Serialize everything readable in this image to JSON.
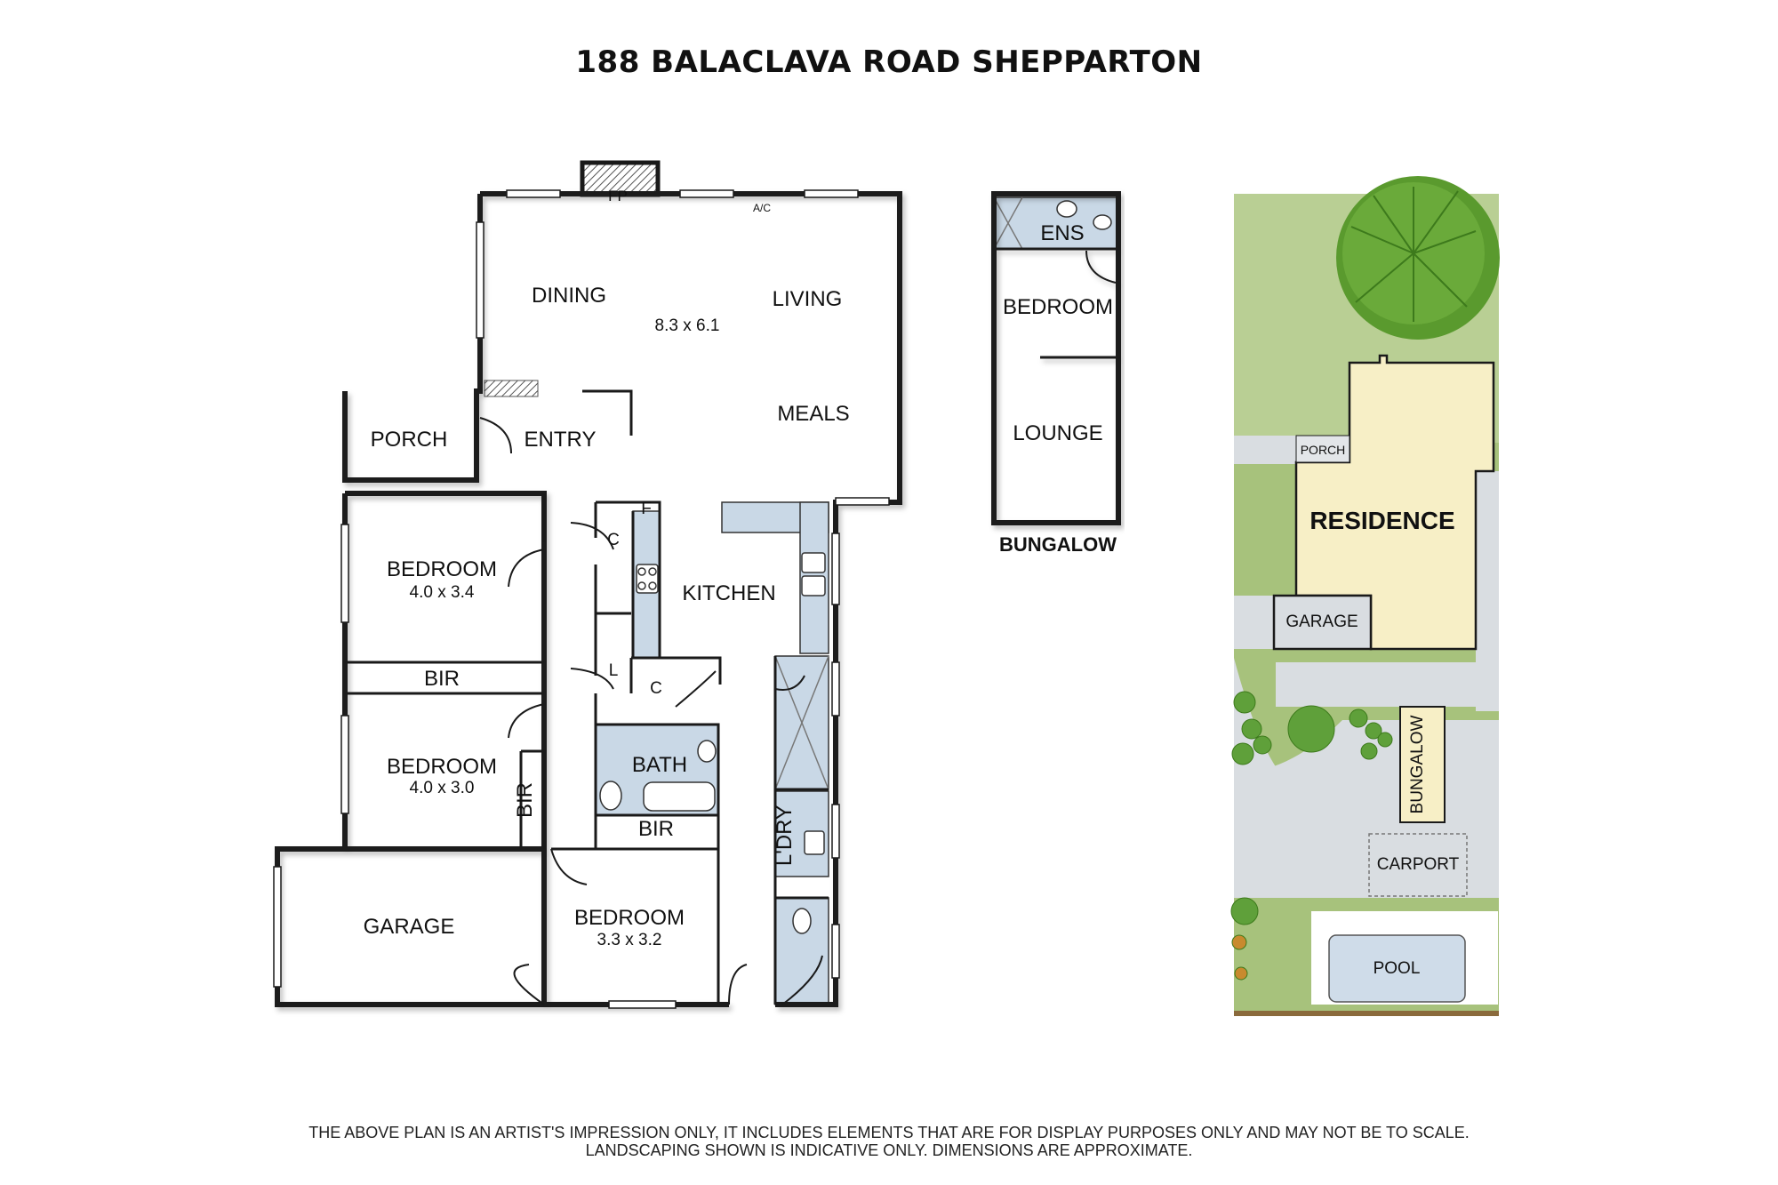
{
  "title": "188 BALACLAVA ROAD SHEPPARTON",
  "floor_plan": {
    "fireplace": "FP",
    "air_con": "A/C",
    "rooms": {
      "dining": "DINING",
      "living": "LIVING",
      "living_dims": "8.3 x 6.1",
      "meals": "MEALS",
      "porch": "PORCH",
      "entry": "ENTRY",
      "bed1": "BEDROOM",
      "bed1_dims": "4.0 x 3.4",
      "bir1": "BIR",
      "bed2": "BEDROOM",
      "bed2_dims": "4.0 x 3.0",
      "bir2": "BIR",
      "garage": "GARAGE",
      "bed3": "BEDROOM",
      "bed3_dims": "3.3 x 3.2",
      "bir3": "BIR",
      "bath": "BATH",
      "kitchen": "KITCHEN",
      "linen": "L",
      "cupboard1": "C",
      "cupboard2": "C",
      "fridge": "F",
      "laundry": "L'DRY"
    }
  },
  "bungalow": {
    "title": "BUNGALOW",
    "ensuite": "ENS",
    "bedroom": "BEDROOM",
    "lounge": "LOUNGE"
  },
  "site_plan": {
    "residence": "RESIDENCE",
    "porch": "PORCH",
    "garage": "GARAGE",
    "bungalow": "BUNGALOW",
    "carport": "CARPORT",
    "pool": "POOL"
  },
  "disclaimer": {
    "line1": "THE ABOVE PLAN IS AN ARTIST'S IMPRESSION ONLY, IT INCLUDES ELEMENTS THAT ARE FOR DISPLAY PURPOSES ONLY AND MAY NOT BE TO SCALE.",
    "line2": "LANDSCAPING SHOWN IS INDICATIVE ONLY. DIMENSIONS ARE APPROXIMATE."
  },
  "colors": {
    "wall": "#1a1a1a",
    "wet_area": "#c9d8e6",
    "lawn": "#a7c27c",
    "lawn_light": "#b9cf94",
    "paving": "#d9dde1",
    "residence": "#f7efc6",
    "pool": "#cfdce9",
    "tree": "#6aaa3a"
  }
}
